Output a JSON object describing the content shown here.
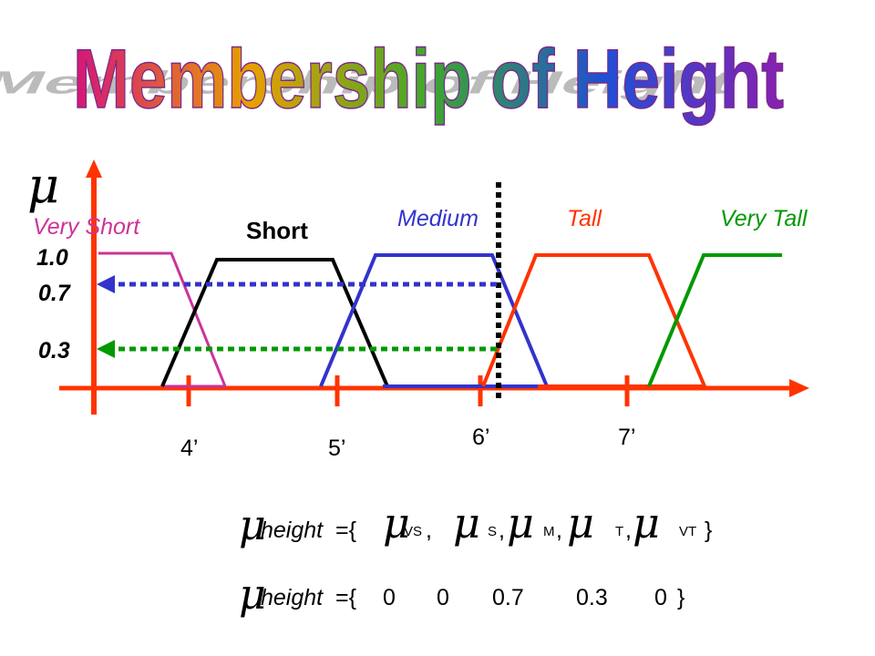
{
  "title": "Membership of Height",
  "mu_symbol": "μ",
  "y_ticks": [
    "1.0",
    "0.7",
    "0.3"
  ],
  "x_ticks": [
    "4’",
    "5’",
    "6’",
    "7’"
  ],
  "sets": [
    {
      "label": "Very Short",
      "color": "#cc3399"
    },
    {
      "label": "Short",
      "color": "#000000"
    },
    {
      "label": "Medium",
      "color": "#3333cc"
    },
    {
      "label": "Tall",
      "color": "#ff3300"
    },
    {
      "label": "Very Tall",
      "color": "#009900"
    }
  ],
  "colors": {
    "axis": "#ff3300",
    "arrow_07": "#3333cc",
    "arrow_03": "#009900",
    "cut_line": "#000000"
  },
  "formula1": {
    "lhs_sub": "height",
    "eq": "={",
    "subs": [
      "VS",
      "S",
      "M",
      "T",
      "VT"
    ],
    "close": "}"
  },
  "formula2": {
    "lhs_sub": "height",
    "eq": "={",
    "values": [
      "0",
      "0",
      "0.7",
      "0.3",
      "0"
    ],
    "close": "}"
  }
}
